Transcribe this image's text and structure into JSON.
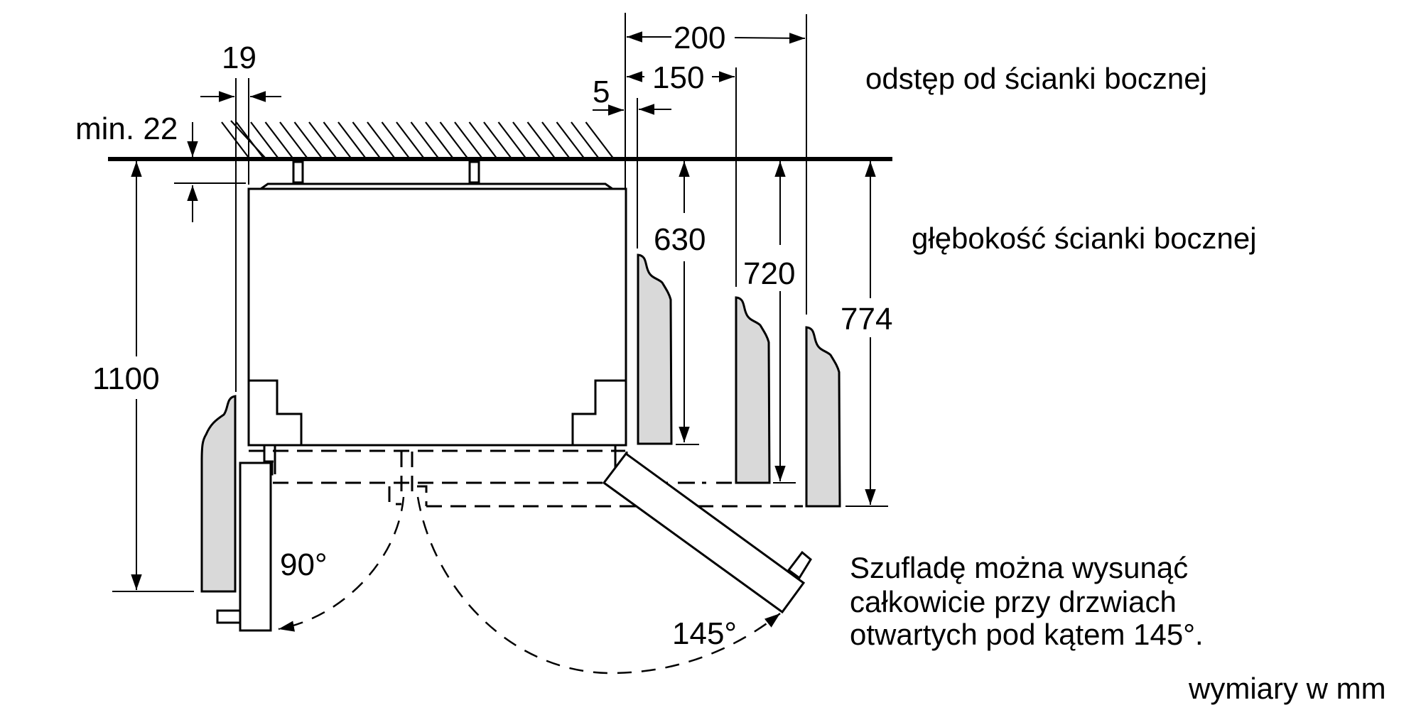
{
  "diagram": {
    "title": "Installation dimensions – side wall clearance and door opening",
    "units_note": "wymiary w mm",
    "labels": {
      "side_gap": "odstęp od ścianki bocznej",
      "side_depth": "głębokość ścianki bocznej",
      "drawer_note": [
        "Szufladę można wysunąć",
        "całkowicie przy drzwiach",
        "otwartych pod kątem 145°."
      ]
    },
    "dimensions": {
      "top_gap": "19",
      "min_gap": "min. 22",
      "right_gap": "5",
      "clearance_150": "150",
      "clearance_200": "200",
      "depth_630": "630",
      "depth_720": "720",
      "depth_774": "774",
      "total_1100": "1100"
    },
    "angles": {
      "left_door": "90°",
      "right_door": "145°"
    },
    "colors": {
      "side_wall_fill": "#d9d9d9",
      "line": "#000000",
      "background": "#ffffff"
    }
  }
}
